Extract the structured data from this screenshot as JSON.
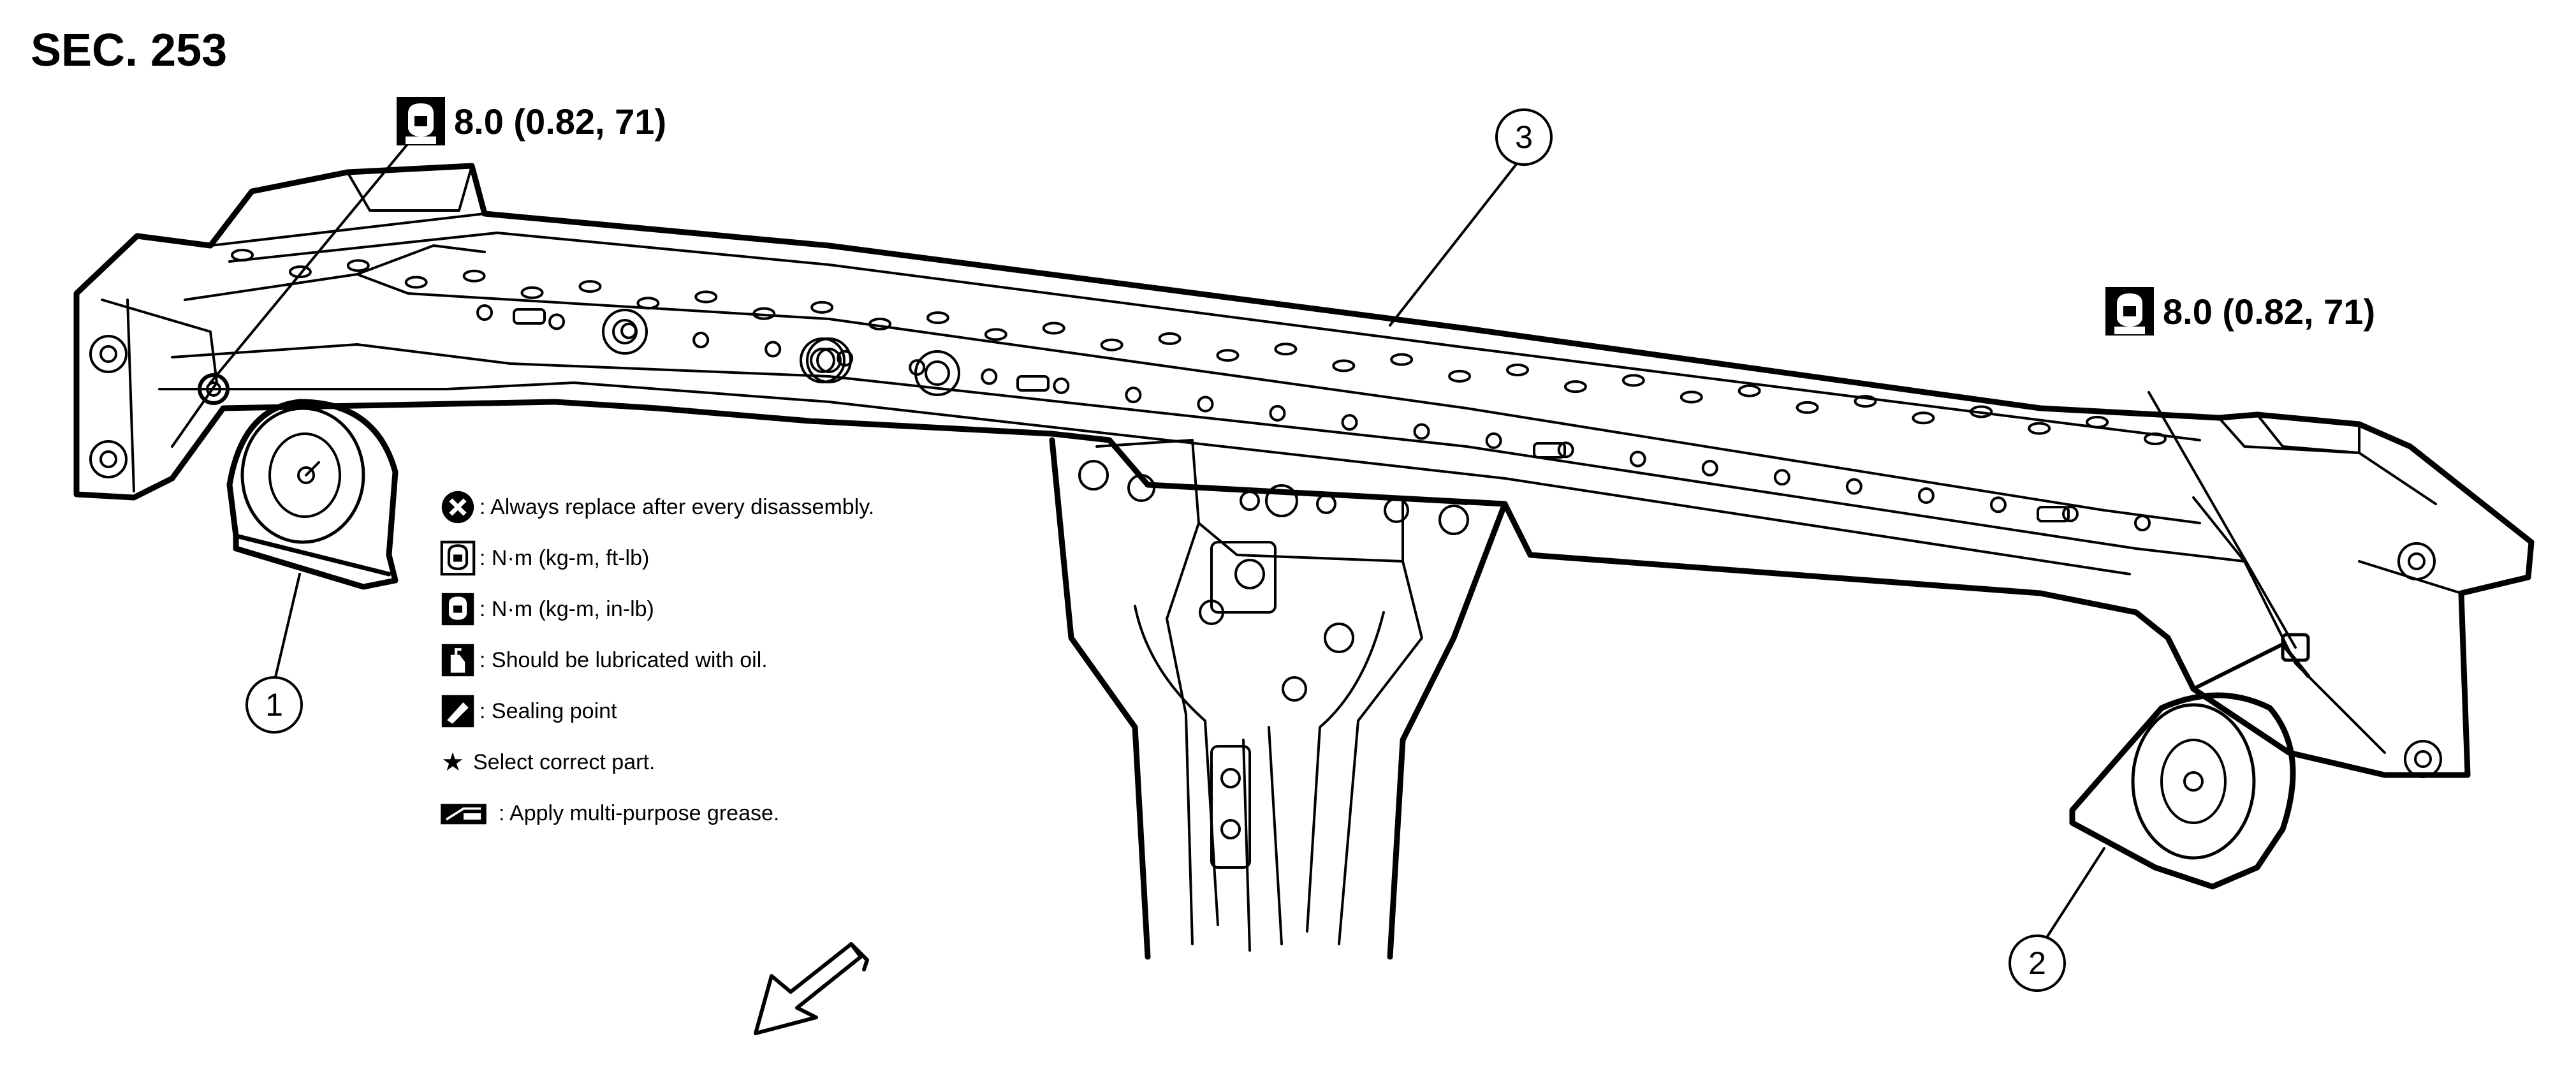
{
  "section": "SEC. 253",
  "torque_labels": [
    {
      "value": "8.0 (0.82, 71)",
      "icon": "torque-wrench-icon"
    },
    {
      "value": "8.0 (0.82, 71)",
      "icon": "torque-wrench-icon"
    }
  ],
  "callouts": [
    "1",
    "2",
    "3"
  ],
  "legend": [
    {
      "icon": "always-replace-icon",
      "text": ": Always replace after every disassembly."
    },
    {
      "icon": "torque-ft-lb-icon",
      "text": ": N·m (kg-m, ft-lb)"
    },
    {
      "icon": "torque-in-lb-icon",
      "text": ": N·m (kg-m, in-lb)"
    },
    {
      "icon": "oil-can-icon",
      "text": ": Should be lubricated with oil."
    },
    {
      "icon": "sealing-point-icon",
      "text": ": Sealing point"
    },
    {
      "icon": "star-icon",
      "text": "Select correct part."
    },
    {
      "icon": "grease-icon",
      "text": ": Apply multi-purpose grease."
    }
  ],
  "colors": {
    "line": "#000000",
    "background": "#ffffff"
  }
}
